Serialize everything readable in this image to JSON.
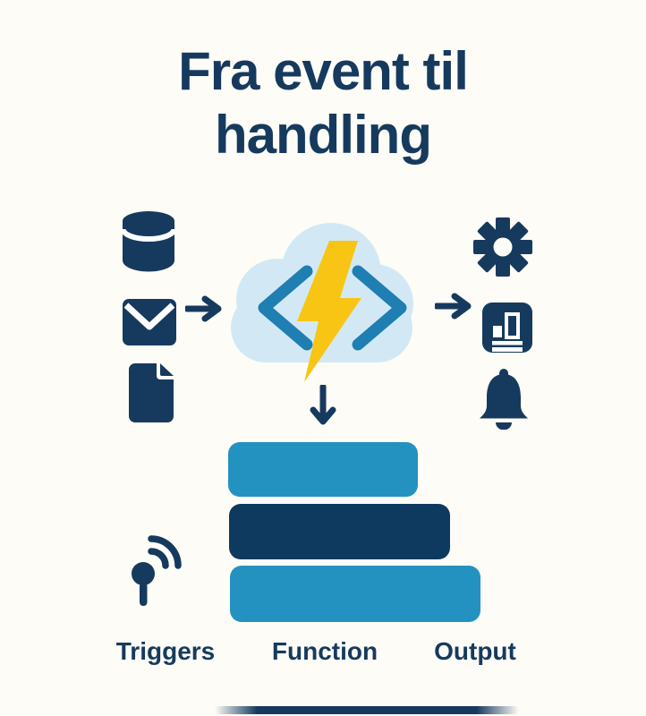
{
  "poster": {
    "title_line1": "Fra event til",
    "title_line2": "handling",
    "labels": {
      "triggers": "Triggers",
      "function": "Function",
      "output": "Output"
    },
    "icons": {
      "trigger_column": [
        "database-icon",
        "envelope-icon",
        "document-icon",
        "signal-icon"
      ],
      "function_center": [
        "cloud-icon",
        "code-brackets-icon",
        "lightning-bolt-icon"
      ],
      "output_column": [
        "gear-icon",
        "bar-chart-icon",
        "bell-icon"
      ],
      "arrows": [
        "arrow-right-icon",
        "arrow-right-icon",
        "arrow-down-icon"
      ]
    },
    "colors": {
      "background": "#FDFCF6",
      "navy": "#163A5E",
      "stack_navy": "#0E3A5F",
      "accent_blue": "#2492C0",
      "bracket_blue": "#1F7EB2",
      "cloud_blue": "#D2E9F5",
      "bolt_yellow": "#F8C515"
    }
  }
}
